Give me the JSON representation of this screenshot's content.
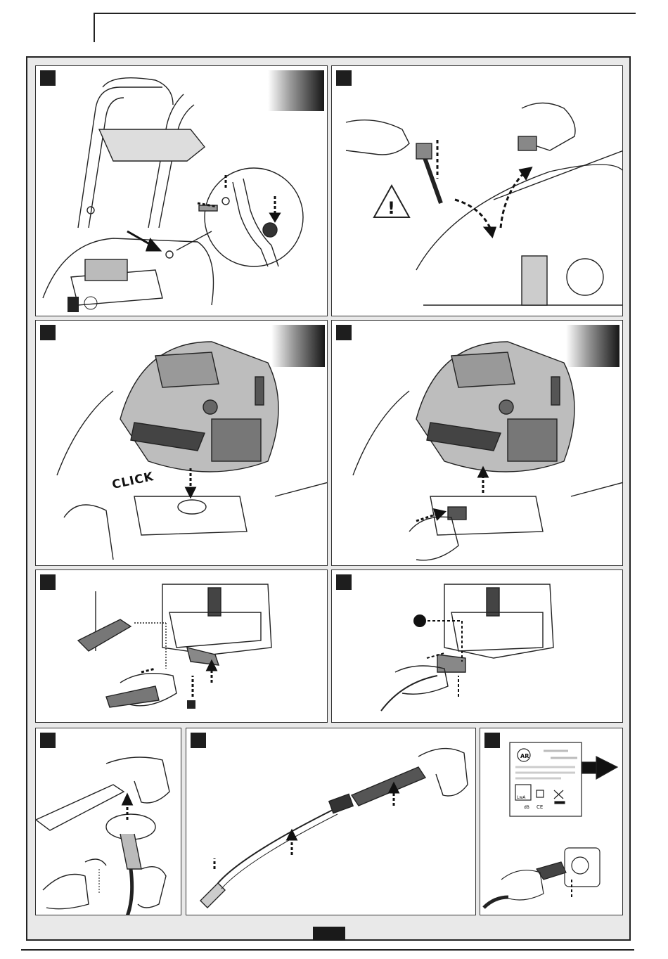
{
  "panels": {
    "p1": {
      "name": "handle-assembly"
    },
    "p2": {
      "name": "oil-cap-replacement"
    },
    "p3": {
      "name": "motor-mount-click",
      "click_text": "CLICK"
    },
    "p4": {
      "name": "motor-release"
    },
    "p5": {
      "name": "water-inlet-connection"
    },
    "p6": {
      "name": "outlet-hose-connection"
    },
    "p7": {
      "name": "gun-hose-connection"
    },
    "p8": {
      "name": "lance-assembly"
    },
    "p9": {
      "name": "rating-plate-and-plug",
      "label_text": {
        "brand": "AR",
        "ce": "CE",
        "db": "dB",
        "l": "LwA"
      }
    }
  },
  "colors": {
    "ink": "#1e1e1e",
    "frame_bg": "#e9e9e9",
    "panel_bg": "#ffffff"
  }
}
